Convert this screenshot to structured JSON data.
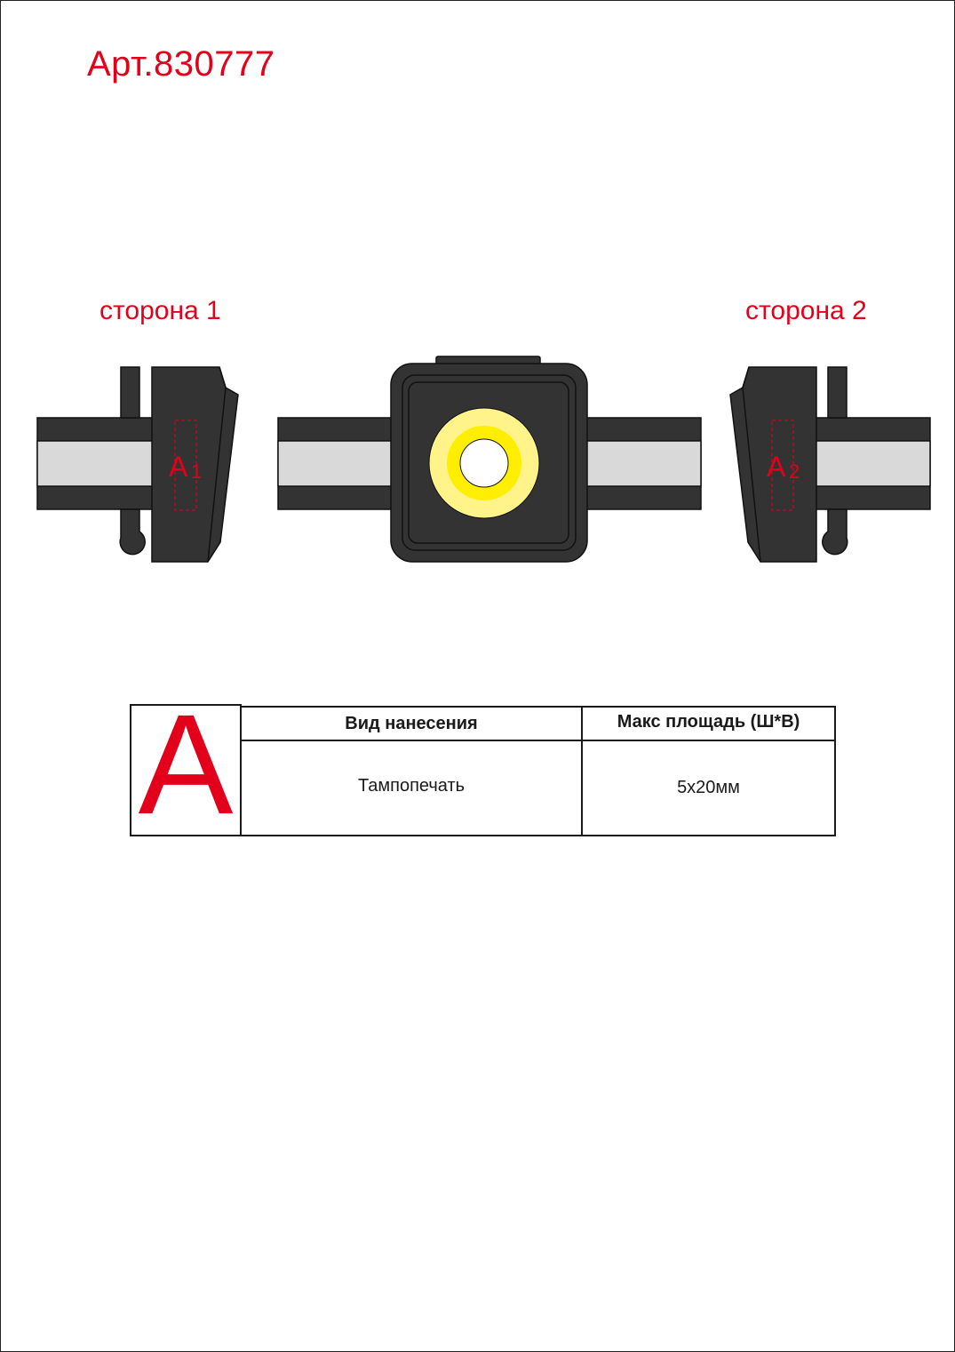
{
  "article": "Арт.830777",
  "sides": {
    "side1": "сторона 1",
    "side2": "сторона 2"
  },
  "areas": {
    "a1_letter": "A",
    "a1_sub": "1",
    "a2_letter": "A",
    "a2_sub": "2"
  },
  "table": {
    "marker": "A",
    "headers": {
      "method": "Вид нанесения",
      "max_area": "Макс площадь (Ш*В)"
    },
    "row": {
      "method": "Тампопечать",
      "max_area": "5х20мм"
    }
  },
  "colors": {
    "accent_red": "#e3001b",
    "body_dark": "#333333",
    "strap_light": "#d9d9d9",
    "lens_yellow": "#ffee00",
    "lens_pale": "#fff38a"
  }
}
